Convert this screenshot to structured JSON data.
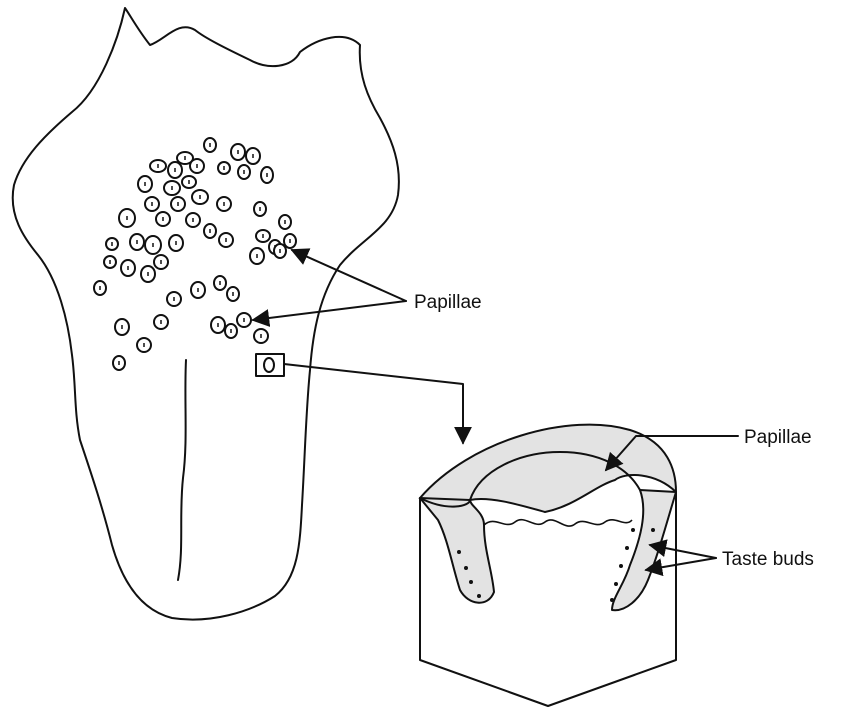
{
  "labels": {
    "papillae_tongue": "Papillae",
    "papillae_section": "Papillae",
    "taste_buds": "Taste buds"
  },
  "colors": {
    "line": "#111111",
    "shade": "#e3e3e3",
    "background": "#ffffff"
  }
}
